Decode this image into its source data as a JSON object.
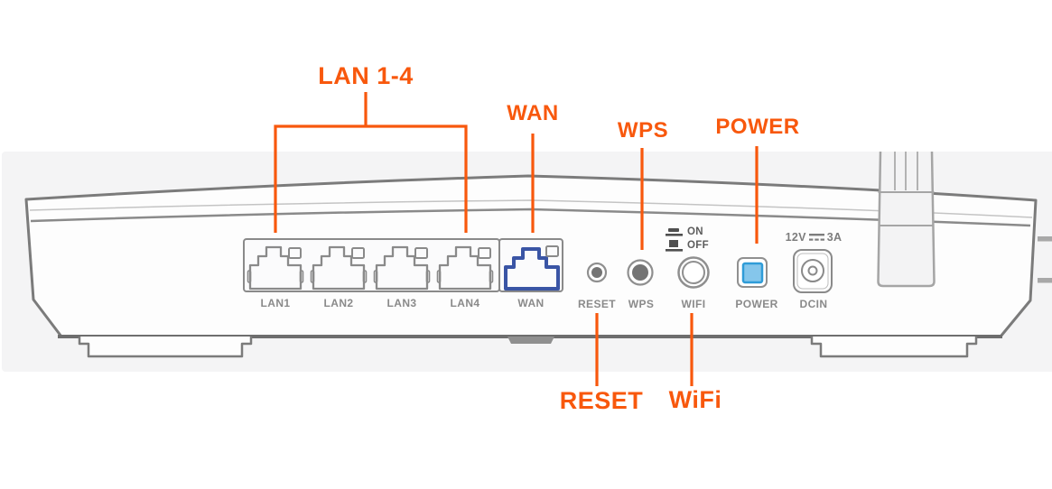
{
  "callouts": {
    "lan": "LAN 1-4",
    "wan": "WAN",
    "wps": "WPS",
    "power": "POWER",
    "reset": "RESET",
    "wifi": "WiFi"
  },
  "ports": [
    {
      "label": "LAN1"
    },
    {
      "label": "LAN2"
    },
    {
      "label": "LAN3"
    },
    {
      "label": "LAN4"
    },
    {
      "label": "WAN"
    }
  ],
  "controls": [
    {
      "label": "RESET"
    },
    {
      "label": "WPS"
    },
    {
      "label": "WIFI"
    },
    {
      "label": "POWER"
    },
    {
      "label": "DCIN"
    }
  ],
  "wifi_switch": {
    "on": "ON",
    "off": "OFF"
  },
  "power_spec": {
    "voltage": "12V",
    "current": "3A"
  },
  "colors": {
    "accent_orange": "#F8580D",
    "wan_port_blue": "#3A55A5",
    "power_button_fill_blue": "#85C6EB",
    "power_button_border_blue": "#2F9CD8",
    "outline_gray": "#8A8A8A",
    "panel_background": "#F4F4F5"
  }
}
